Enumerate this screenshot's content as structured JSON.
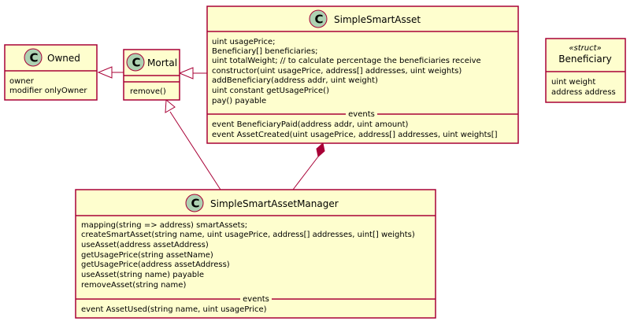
{
  "classes": {
    "owned": {
      "spot": "C",
      "name": "Owned",
      "attributes": [
        "owner",
        "modifier onlyOwner"
      ]
    },
    "mortal": {
      "spot": "C",
      "name": "Mortal",
      "methods": [
        "remove()"
      ]
    },
    "simple_smart_asset": {
      "spot": "C",
      "name": "SimpleSmartAsset",
      "members": [
        "uint usagePrice;",
        "Beneficiary[] beneficiaries;",
        "uint totalWeight; // to calculate percentage the beneficiaries receive",
        "constructor(uint usagePrice, address[] addresses, uint weights)",
        "addBeneficiary(address addr, uint weight)",
        "uint constant getUsagePrice()",
        "pay() payable"
      ],
      "events_label": "events",
      "events": [
        "event BeneficiaryPaid(address addr, uint amount)",
        "event AssetCreated(uint usagePrice, address[] addresses, uint weights[]"
      ]
    },
    "beneficiary": {
      "stereotype": "«struct»",
      "name": "Beneficiary",
      "attributes": [
        "uint weight",
        "address address"
      ]
    },
    "manager": {
      "spot": "C",
      "name": "SimpleSmartAssetManager",
      "members": [
        "mapping(string => address) smartAssets;",
        "createSmartAsset(string name, uint usagePrice, address[] addresses, uint[] weights)",
        "useAsset(address assetAddress)",
        "getUsagePrice(string assetName)",
        "getUsagePrice(address assetAddress)",
        "useAsset(string name) payable",
        "removeAsset(string name)"
      ],
      "events_label": "events",
      "events": [
        "event AssetUsed(string name, uint usagePrice)"
      ]
    }
  },
  "colors": {
    "class_fill": "#FEFECE",
    "border": "#A80036",
    "spot_fill": "#ADD1B2"
  }
}
